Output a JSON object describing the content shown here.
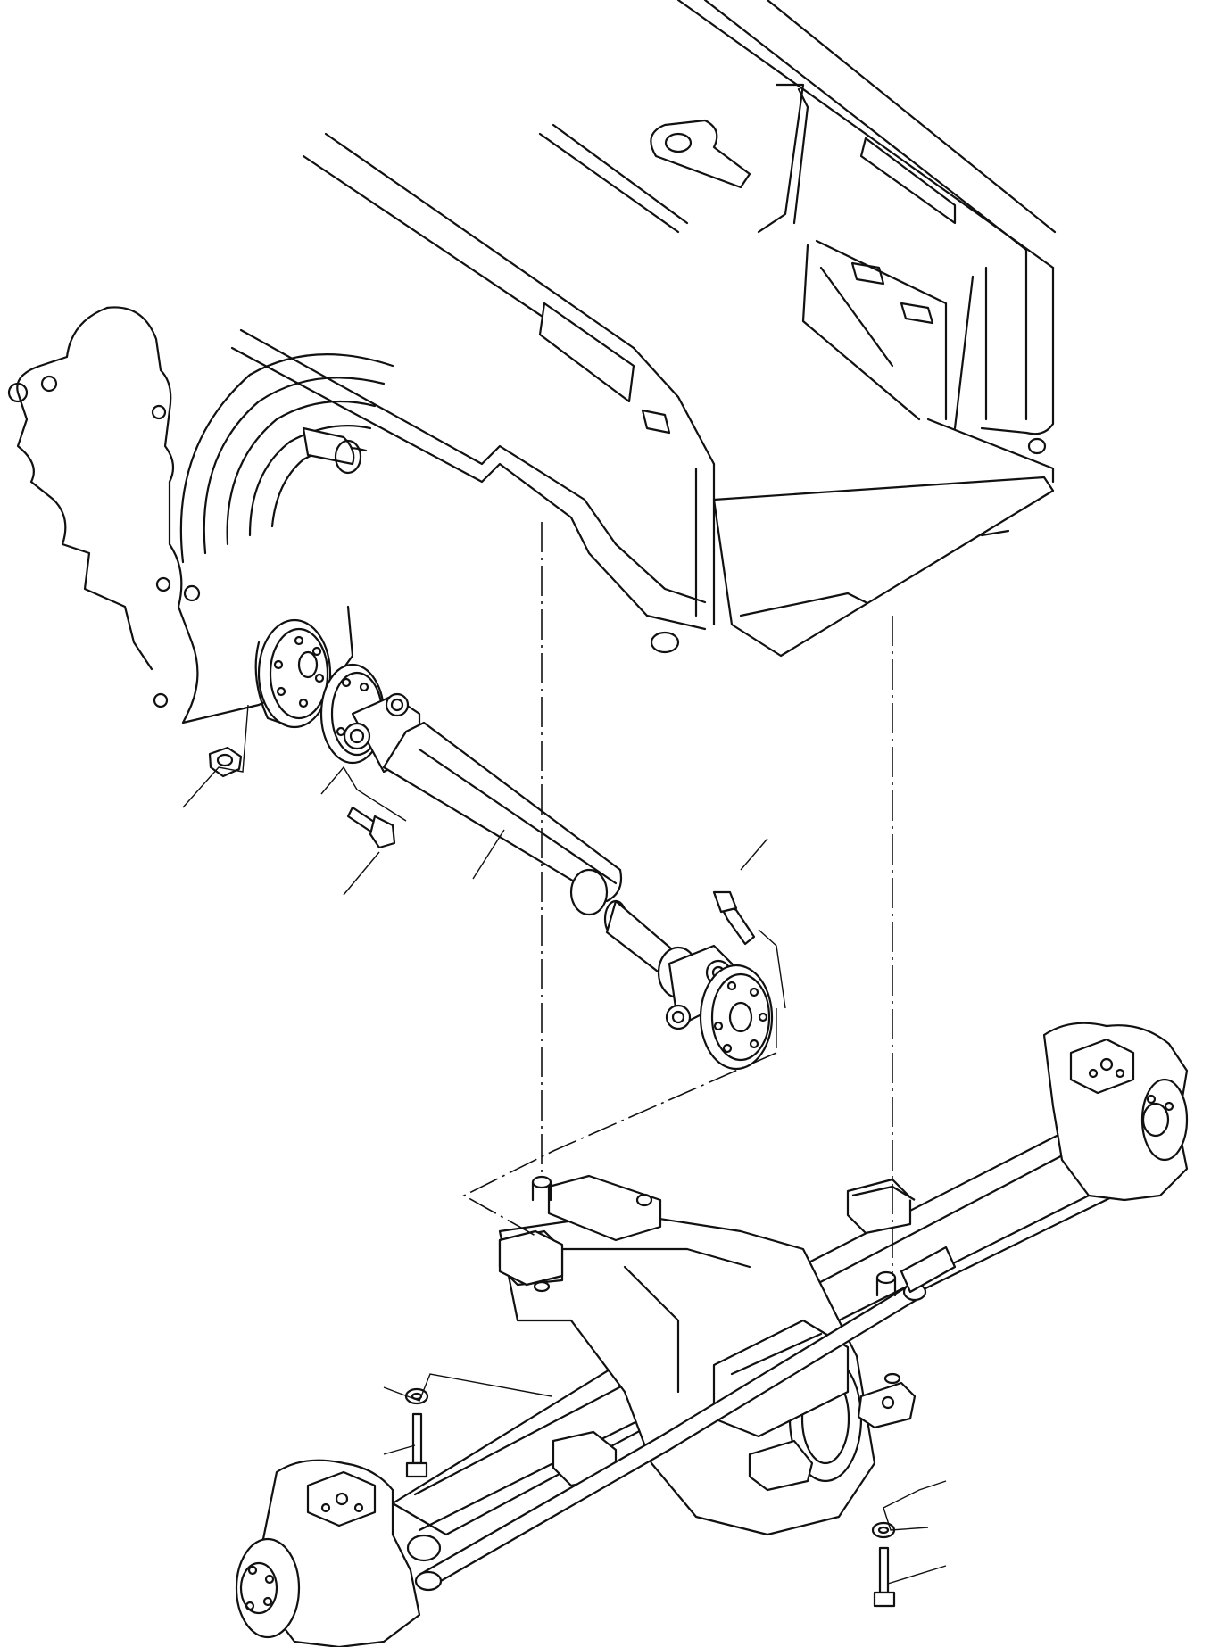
{
  "diagram": {
    "components": [
      {
        "id": "frame",
        "icon": "chassis-frame-icon"
      },
      {
        "id": "transmission",
        "icon": "transmission-housing-icon"
      },
      {
        "id": "drive-shaft",
        "icon": "drive-shaft-icon"
      },
      {
        "id": "front-axle",
        "icon": "axle-assembly-icon"
      },
      {
        "id": "nut",
        "icon": "nut-icon"
      },
      {
        "id": "bolt",
        "icon": "bolt-icon"
      },
      {
        "id": "washer",
        "icon": "washer-icon"
      }
    ],
    "leader_lines": 11,
    "text_labels": []
  }
}
